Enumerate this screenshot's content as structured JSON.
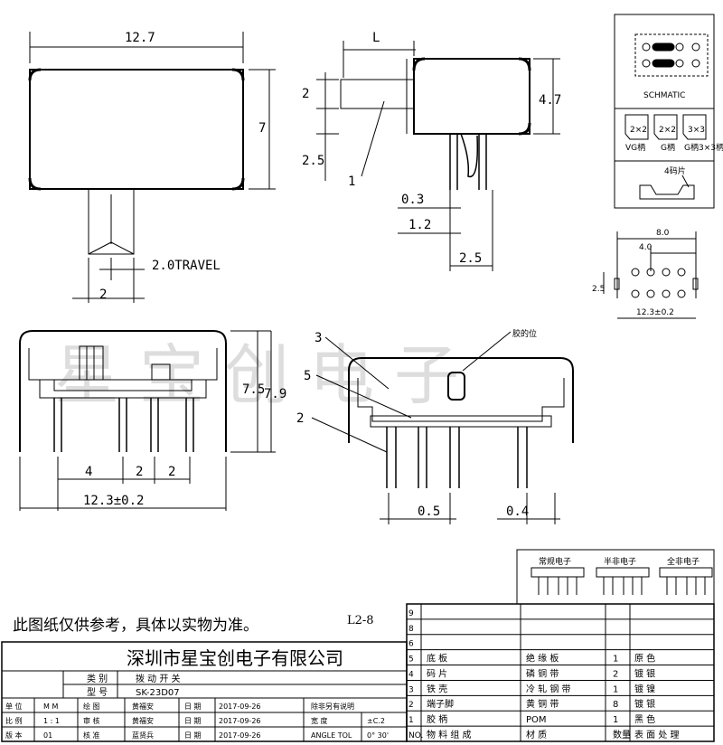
{
  "watermark": "星宝创电子",
  "top_view": {
    "width": "12.7",
    "height": "7",
    "travel": "2.0TRAVEL",
    "actuator_width": "2"
  },
  "side_view": {
    "length": "L",
    "actuator_h": "2",
    "body_h": "4.7",
    "pin_offset": "2.5",
    "callout": "1",
    "pin_thk": "0.3",
    "pin_w": "1.2",
    "pitch": "2.5"
  },
  "schematic": {
    "label": "SCHMATIC",
    "pos_a": "2×2",
    "pos_b": "2×2",
    "pos_c": "3×3",
    "cap_a": "VG柄",
    "cap_b": "G柄",
    "cap_c": "G柄3×3柄",
    "clip_label": "4码片"
  },
  "footprint": {
    "w8": "8.0",
    "w4": "4.0",
    "h": "2.5",
    "pitch": "12.3±0.2"
  },
  "front_view": {
    "h1": "7.5",
    "h2": "7.9",
    "d1": "4",
    "d2": "2",
    "d3": "2",
    "total": "12.3±0.2"
  },
  "section_view": {
    "label_3": "3",
    "label_5": "5",
    "label_2": "2",
    "rivet": "胶的位",
    "d1": "0.5",
    "d2": "0.4"
  },
  "pin_variants": [
    "常规电子",
    "半非电子",
    "全非电子"
  ],
  "note": "此图纸仅供参考，具体以实物为准。",
  "revision": "L2-8",
  "company": "深圳市星宝创电子有限公司",
  "title_rows": [
    {
      "k": "类 别",
      "v": "拨 动 开 关"
    },
    {
      "k": "型 号",
      "v": "SK-23D07"
    }
  ],
  "info_rows": [
    [
      "单 位",
      "M M",
      "绘 图",
      "黄福安",
      "日 期",
      "2017-09-26",
      "除非另有说明",
      ""
    ],
    [
      "比 例",
      "1 : 1",
      "审 核",
      "黄福安",
      "日 期",
      "2017-09-26",
      "宽 度",
      "±C.2"
    ],
    [
      "版 本",
      "01",
      "核 准",
      "蓝贤兵",
      "日 期",
      "2017-09-26",
      "ANGLE TOL",
      "0° 30'"
    ]
  ],
  "bom": [
    {
      "no": "9",
      "name": "",
      "mat": "",
      "qty": "",
      "fin": ""
    },
    {
      "no": "8",
      "name": "",
      "mat": "",
      "qty": "",
      "fin": ""
    },
    {
      "no": "6",
      "name": "",
      "mat": "",
      "qty": "",
      "fin": ""
    },
    {
      "no": "5",
      "name": "底 板",
      "mat": "绝 缘 板",
      "qty": "1",
      "fin": "原 色"
    },
    {
      "no": "4",
      "name": "码 片",
      "mat": "磷 铜 带",
      "qty": "2",
      "fin": "镀 银"
    },
    {
      "no": "3",
      "name": "铁 壳",
      "mat": "冷 轧 钢 带",
      "qty": "1",
      "fin": "镀 镍"
    },
    {
      "no": "2",
      "name": "端子脚",
      "mat": "黄 铜 带",
      "qty": "8",
      "fin": "镀 银"
    },
    {
      "no": "1",
      "name": "胶 柄",
      "mat": "POM",
      "qty": "1",
      "fin": "黑 色"
    },
    {
      "no": "NO.",
      "name": "物 料 组 成",
      "mat": "材 质",
      "qty": "数量",
      "fin": "表 面 处 理"
    }
  ]
}
